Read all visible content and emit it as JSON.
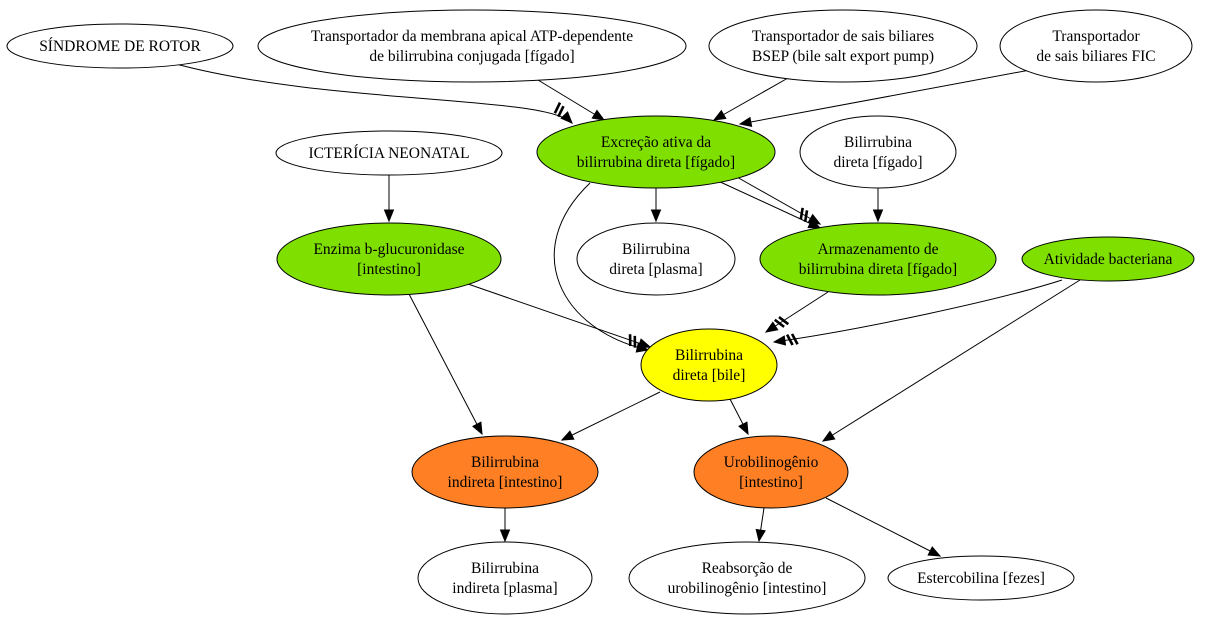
{
  "colors": {
    "white": "#ffffff",
    "green": "#7fe000",
    "yellow": "#ffff00",
    "orange": "#ff7f24",
    "stroke": "#000000"
  },
  "nodes": [
    {
      "id": "sindrome",
      "lines": [
        "SÍNDROME DE ROTOR"
      ],
      "fill": "white"
    },
    {
      "id": "transp_apical",
      "lines": [
        "Transportador da membrana apical ATP-dependente",
        "de bilirrubina conjugada [fígado]"
      ],
      "fill": "white"
    },
    {
      "id": "bsep",
      "lines": [
        "Transportador de sais biliares",
        "BSEP (bile salt export pump)"
      ],
      "fill": "white"
    },
    {
      "id": "fic",
      "lines": [
        "Transportador",
        "de sais biliares FIC"
      ],
      "fill": "white"
    },
    {
      "id": "excrecao",
      "lines": [
        "Excreção ativa da",
        "bilirrubina direta [fígado]"
      ],
      "fill": "green"
    },
    {
      "id": "icterícia",
      "lines": [
        "ICTERÍCIA NEONATAL"
      ],
      "fill": "white"
    },
    {
      "id": "bili_direta_figado",
      "lines": [
        "Bilirrubina",
        "direta [fígado]"
      ],
      "fill": "white"
    },
    {
      "id": "enzima",
      "lines": [
        "Enzima b-glucuronidase",
        "[intestino]"
      ],
      "fill": "green"
    },
    {
      "id": "bili_direta_plasma",
      "lines": [
        "Bilirrubina",
        "direta [plasma]"
      ],
      "fill": "white"
    },
    {
      "id": "armazenamento",
      "lines": [
        "Armazenamento de",
        "bilirrubina direta [fígado]"
      ],
      "fill": "green"
    },
    {
      "id": "atividade",
      "lines": [
        "Atividade bacteriana"
      ],
      "fill": "green"
    },
    {
      "id": "bili_direta_bile",
      "lines": [
        "Bilirrubina",
        "direta [bile]"
      ],
      "fill": "yellow"
    },
    {
      "id": "bili_indireta_intestino",
      "lines": [
        "Bilirrubina",
        "indireta [intestino]"
      ],
      "fill": "orange"
    },
    {
      "id": "urobilinogenio",
      "lines": [
        "Urobilinogênio",
        "[intestino]"
      ],
      "fill": "orange"
    },
    {
      "id": "bili_indireta_plasma",
      "lines": [
        "Bilirrubina",
        "indireta [plasma]"
      ],
      "fill": "white"
    },
    {
      "id": "reabsorcao",
      "lines": [
        "Reabsorção de",
        "urobilinogênio [intestino]"
      ],
      "fill": "white"
    },
    {
      "id": "estercobilina",
      "lines": [
        "Estercobilina [fezes]"
      ],
      "fill": "white"
    }
  ],
  "edges": [
    {
      "from": "sindrome",
      "to": "excrecao",
      "type": "inhibit"
    },
    {
      "from": "transp_apical",
      "to": "excrecao",
      "type": "arrow"
    },
    {
      "from": "bsep",
      "to": "excrecao",
      "type": "arrow"
    },
    {
      "from": "fic",
      "to": "excrecao",
      "type": "arrow"
    },
    {
      "from": "excrecao",
      "to": "bili_direta_plasma",
      "type": "arrow"
    },
    {
      "from": "excrecao",
      "to": "armazenamento",
      "type": "arrow"
    },
    {
      "from": "excrecao",
      "to": "armazenamento",
      "type": "inhibit"
    },
    {
      "from": "excrecao",
      "to": "bili_direta_bile",
      "type": "arrow"
    },
    {
      "from": "icterícia",
      "to": "enzima",
      "type": "arrow"
    },
    {
      "from": "bili_direta_figado",
      "to": "armazenamento",
      "type": "arrow"
    },
    {
      "from": "enzima",
      "to": "bili_direta_bile",
      "type": "inhibit"
    },
    {
      "from": "enzima",
      "to": "bili_indireta_intestino",
      "type": "arrow"
    },
    {
      "from": "armazenamento",
      "to": "bili_direta_bile",
      "type": "inhibit"
    },
    {
      "from": "atividade",
      "to": "bili_direta_bile",
      "type": "inhibit"
    },
    {
      "from": "atividade",
      "to": "urobilinogenio",
      "type": "arrow"
    },
    {
      "from": "bili_direta_bile",
      "to": "bili_indireta_intestino",
      "type": "arrow"
    },
    {
      "from": "bili_direta_bile",
      "to": "urobilinogenio",
      "type": "arrow"
    },
    {
      "from": "bili_indireta_intestino",
      "to": "bili_indireta_plasma",
      "type": "arrow"
    },
    {
      "from": "urobilinogenio",
      "to": "reabsorcao",
      "type": "arrow"
    },
    {
      "from": "urobilinogenio",
      "to": "estercobilina",
      "type": "arrow"
    }
  ]
}
